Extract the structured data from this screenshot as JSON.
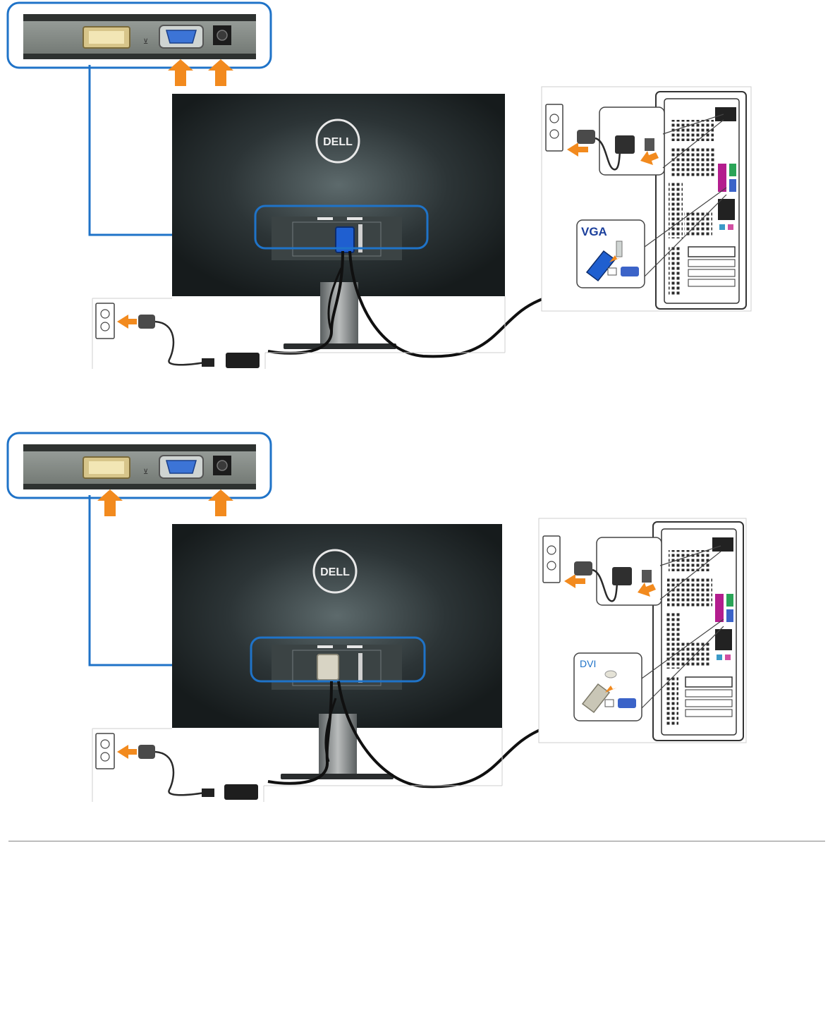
{
  "brand": {
    "logo_text": "DELL"
  },
  "colors": {
    "callout": "#1f73c8",
    "arrow": "#f28a1e",
    "monitor_panel": "#23292b",
    "cable": "#101010",
    "vga_connector": "#1f5fd0",
    "label_vga": "#1b3f9c",
    "label_dvi": "#1f73c8"
  },
  "diagrams": [
    {
      "connection": "VGA",
      "label": "VGA",
      "highlighted_ports": [
        "vga-port",
        "power-port"
      ]
    },
    {
      "connection": "DVI",
      "label": "DVI",
      "highlighted_ports": [
        "dvi-port",
        "power-port"
      ]
    }
  ],
  "icons": [
    "wall-outlet-icon",
    "power-adapter-icon",
    "computer-tower-icon",
    "monitor-icon",
    "arrow-up-icon"
  ]
}
